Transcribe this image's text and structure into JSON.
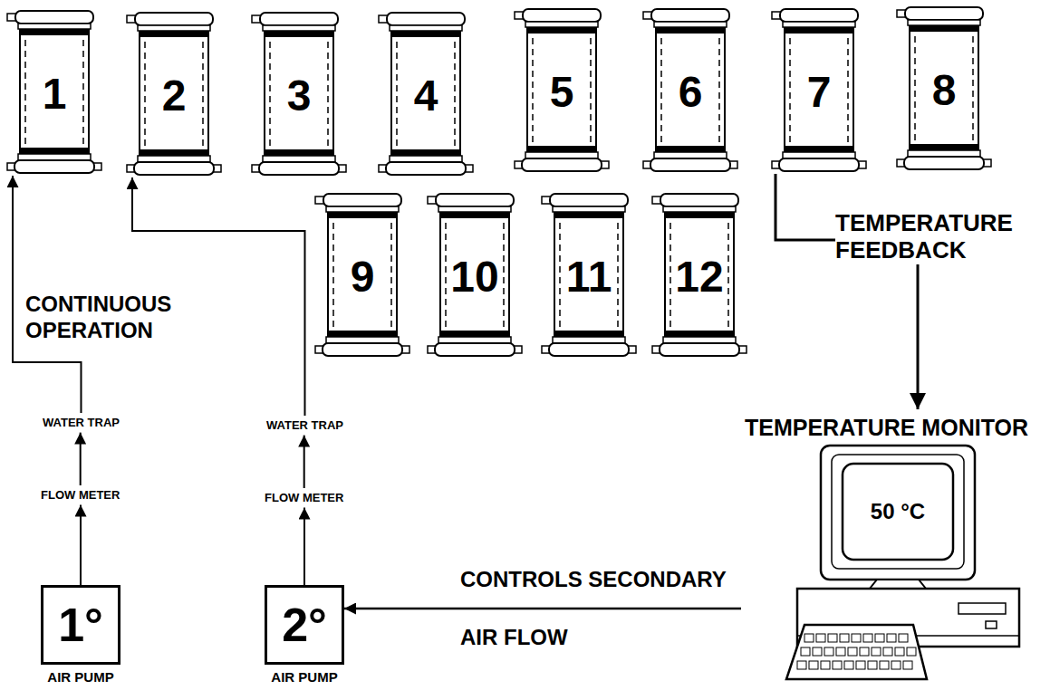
{
  "diagram": {
    "nodes": [
      {
        "text": [
          "1"
        ]
      },
      {
        "text": [
          "2"
        ]
      },
      {
        "text": [
          "3"
        ]
      },
      {
        "text": [
          "4"
        ]
      },
      {
        "text": [
          "5"
        ]
      },
      {
        "text": [
          "6"
        ]
      },
      {
        "text": [
          "7"
        ]
      },
      {
        "text": [
          "8"
        ]
      },
      {
        "text": [
          "9"
        ]
      },
      {
        "text": [
          "10"
        ]
      },
      {
        "text": [
          "11"
        ]
      },
      {
        "text": [
          "12"
        ]
      },
      {
        "text": [
          "WATER TRAP"
        ]
      },
      {
        "text": [
          "WATER TRAP"
        ]
      },
      {
        "text": [
          "FLOW METER"
        ]
      },
      {
        "text": [
          "FLOW METER"
        ]
      },
      {
        "text": [
          "1°",
          "AIR PUMP"
        ]
      },
      {
        "text": [
          "2°",
          "AIR PUMP"
        ]
      },
      {
        "text": [
          "TEMPERATURE MONITOR",
          "50 °C"
        ]
      }
    ],
    "edges": [
      {
        "from": 16,
        "to": 14,
        "arrow": "to"
      },
      {
        "from": 14,
        "to": 12,
        "arrow": "to"
      },
      {
        "from": 12,
        "to": 0,
        "arrow": "to",
        "label": "CONTINUOUS OPERATION"
      },
      {
        "from": 17,
        "to": 15,
        "arrow": "to"
      },
      {
        "from": 15,
        "to": 13,
        "arrow": "to"
      },
      {
        "from": 13,
        "to": 1,
        "arrow": "to"
      },
      {
        "from": 6,
        "to": 18,
        "arrow": "to",
        "label": "TEMPERATURE FEEDBACK"
      },
      {
        "from": 18,
        "to": 17,
        "arrow": "to",
        "label": "CONTROLS SECONDARY AIR FLOW"
      }
    ]
  }
}
